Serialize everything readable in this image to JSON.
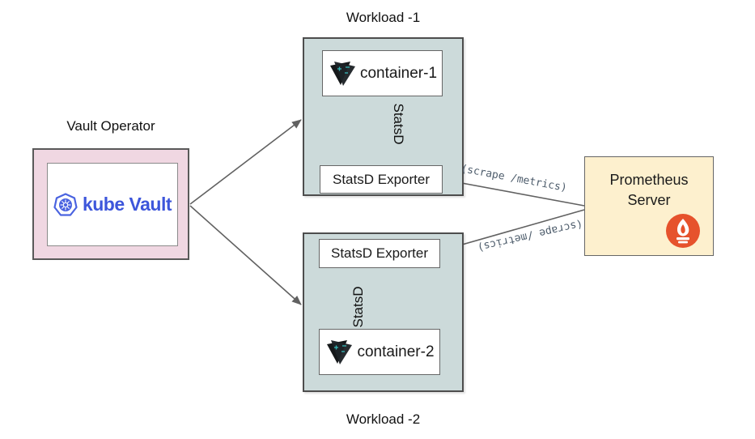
{
  "diagram": {
    "nodes": {
      "vault_operator": {
        "title": "Vault Operator",
        "logo_text": "kube Vault",
        "fill": "#f0d7e2"
      },
      "workload1": {
        "title": "Workload -1",
        "container_label": "container-1",
        "exporter_label": "StatsD Exporter",
        "fill": "#ccdada"
      },
      "workload2": {
        "title": "Workload -2",
        "container_label": "container-2",
        "exporter_label": "StatsD Exporter",
        "fill": "#ccdada"
      },
      "prometheus": {
        "title_line1": "Prometheus",
        "title_line2": "Server",
        "fill": "#fdf0ce"
      }
    },
    "edges": {
      "statsd1_label": "StatsD",
      "statsd2_label": "StatsD",
      "scrape_top_label": "(scrape /metrics)",
      "scrape_bottom_label": "(scrape /metrics)"
    },
    "icons": {
      "kube_vault_icon": "kubernetes-heptagon-wheel",
      "container1_icon": "vault-dark-triangle",
      "container2_icon": "vault-dark-triangle",
      "prometheus_icon": "prometheus-flame"
    },
    "colors": {
      "arrow": "#616161",
      "workload_fill": "#ccdada",
      "vault_fill": "#f0d7e2",
      "prometheus_fill": "#fdf0ce",
      "kube_blue": "#3d56db",
      "prometheus_orange": "#e6522c",
      "scrape_text": "#4e5d6c"
    }
  }
}
